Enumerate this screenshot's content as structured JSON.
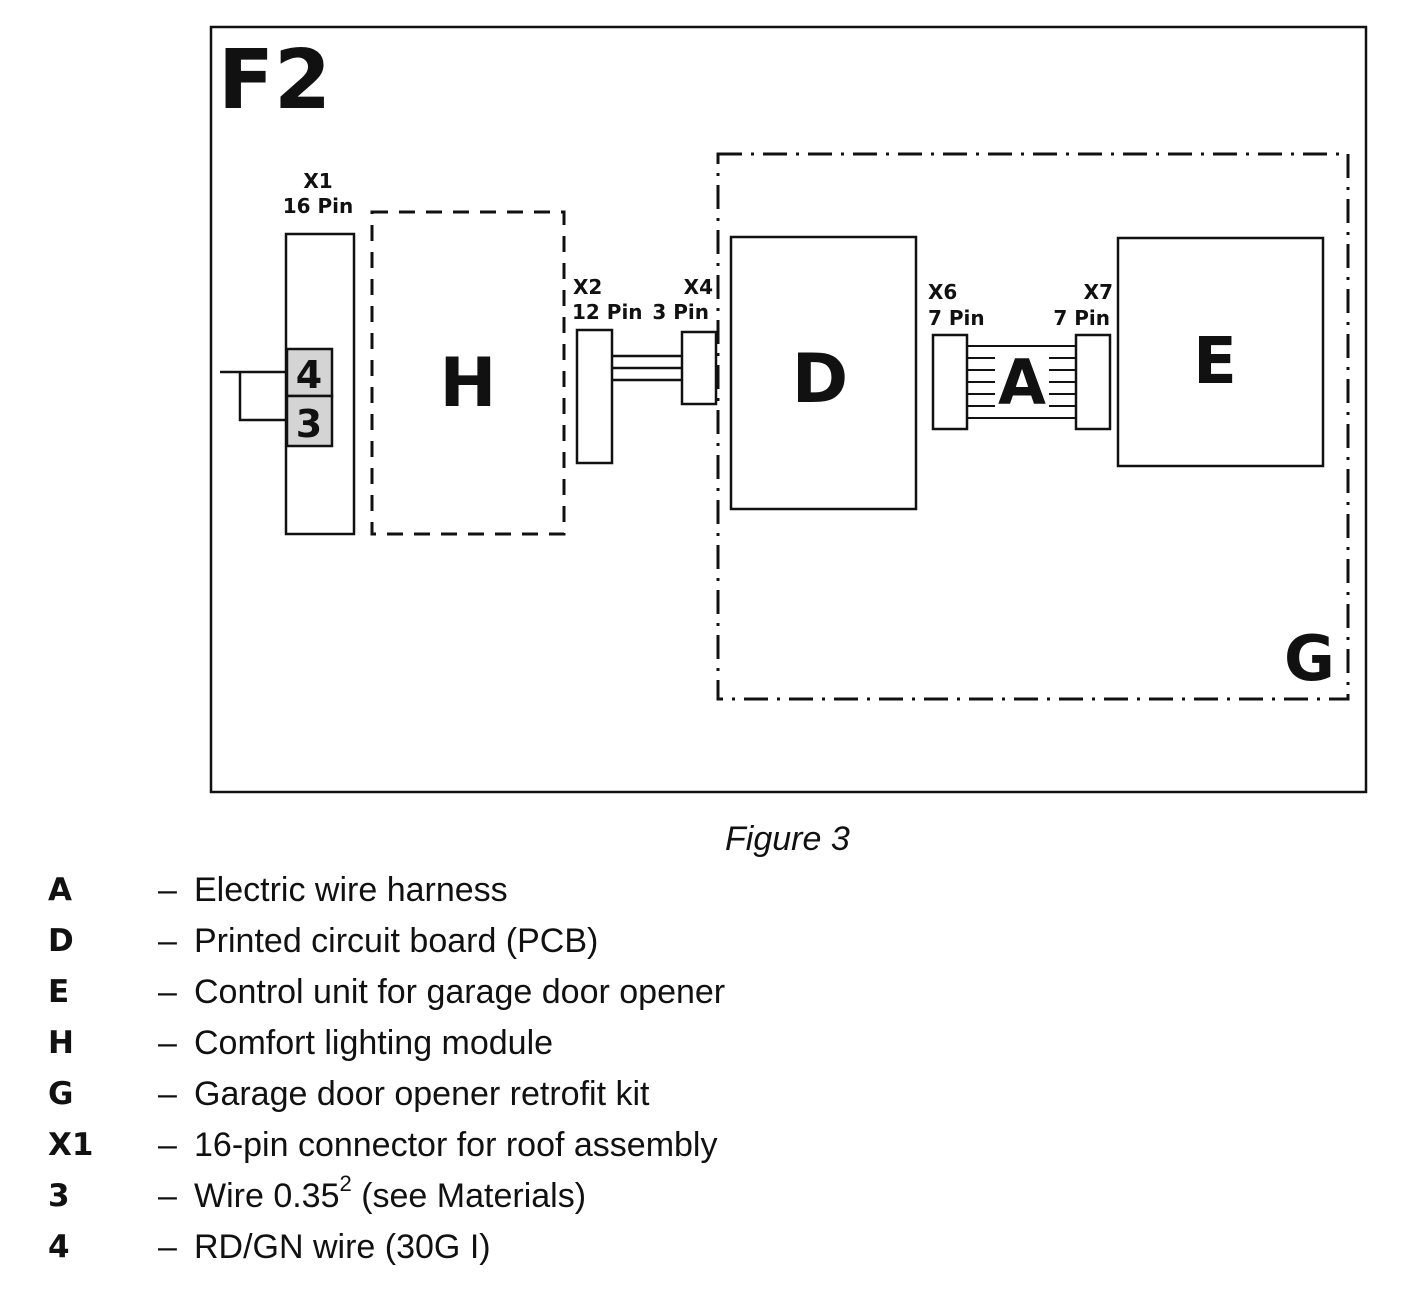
{
  "figure_id": "F2",
  "caption": "Figure 3",
  "connectors": {
    "x1": {
      "name": "X1",
      "pins": "16 Pin"
    },
    "x2": {
      "name": "X2",
      "pins": "12 Pin"
    },
    "x4": {
      "name": "X4",
      "pins": "3 Pin"
    },
    "x6": {
      "name": "X6",
      "pins": "7 Pin"
    },
    "x7": {
      "name": "X7",
      "pins": "7 Pin"
    }
  },
  "components": {
    "h": "H",
    "d": "D",
    "a": "A",
    "e": "E",
    "g": "G",
    "wire4": "4",
    "wire3": "3"
  },
  "legend": [
    {
      "key": "A",
      "desc": "Electric wire harness"
    },
    {
      "key": "D",
      "desc": "Printed circuit board (PCB)"
    },
    {
      "key": "E",
      "desc": "Control unit for garage door opener"
    },
    {
      "key": "H",
      "desc": "Comfort lighting module"
    },
    {
      "key": "G",
      "desc": "Garage door opener retrofit kit"
    },
    {
      "key": "X1",
      "desc": "16-pin connector for roof assembly"
    },
    {
      "key": "3",
      "desc": "Wire 0.35",
      "sup": "2",
      "desc_after": " (see Materials)"
    },
    {
      "key": "4",
      "desc": "RD/GN wire (30G I)"
    }
  ]
}
